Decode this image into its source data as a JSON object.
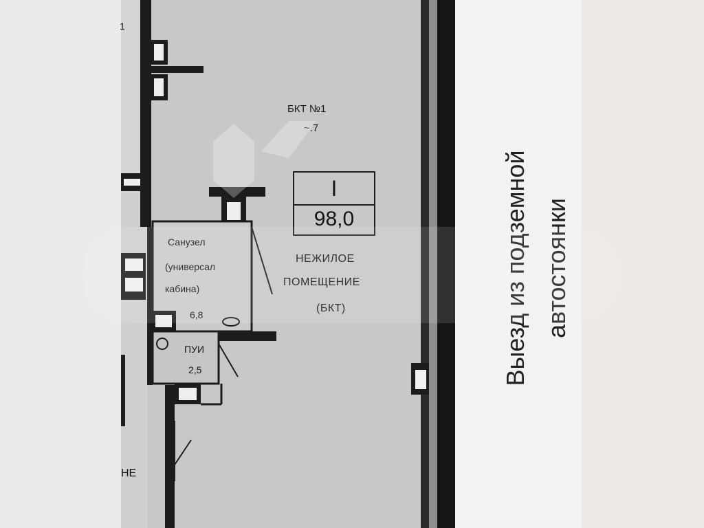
{
  "plan": {
    "room_main": {
      "tag": "БКТ №1",
      "tag_sub": "~.7",
      "number": "I",
      "area": "98,0",
      "type_line1": "НЕЖИЛОЕ",
      "type_line2": "ПОМЕЩЕНИЕ",
      "type_line3": "(БКТ)"
    },
    "bathroom": {
      "line1": "Санузел",
      "line2": "(универсал",
      "line3": "кабина)",
      "area": "6,8"
    },
    "utility": {
      "label": "ПУИ",
      "area": "2,5"
    },
    "left_partial_label": "1",
    "left_partial_label2": "НЕ",
    "exit_label_line1": "Выезд из подземной",
    "exit_label_line2": "автостоянки"
  },
  "colors": {
    "wall": "#1c1c1c",
    "floor": "#c9c9c9",
    "paper": "#f2f2f2"
  }
}
